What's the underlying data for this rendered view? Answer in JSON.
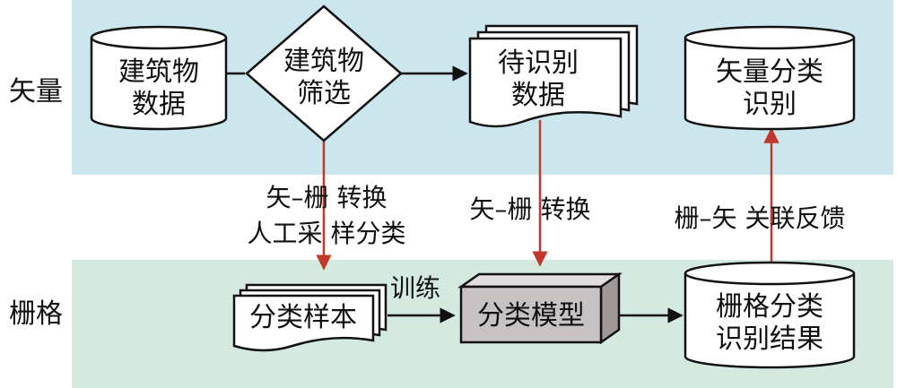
{
  "colors": {
    "vector_band": "#cce6ee",
    "raster_band": "#d4eae0",
    "red_arrow": "#c0392b",
    "black_arrow": "#111111",
    "model_box_fill": "#c8c2c2"
  },
  "rows": {
    "vector_label": "矢量",
    "raster_label": "栅格"
  },
  "nodes": {
    "building_data": [
      "建筑物",
      "数据"
    ],
    "building_filter": [
      "建筑物",
      "筛选"
    ],
    "to_identify_data": [
      "待识别",
      "数据"
    ],
    "vector_classification": [
      "矢量分类",
      "识别"
    ],
    "classification_samples": [
      "分类样本"
    ],
    "classification_model": [
      "分类模型"
    ],
    "raster_result": [
      "栅格分类",
      "识别结果"
    ]
  },
  "edge_labels": {
    "conversion_sampling": [
      "矢–栅 转换",
      "人工采 样分类"
    ],
    "conversion": [
      "矢–栅 转换"
    ],
    "feedback": [
      "栅–矢 关联反馈"
    ],
    "train": [
      "训练"
    ]
  }
}
